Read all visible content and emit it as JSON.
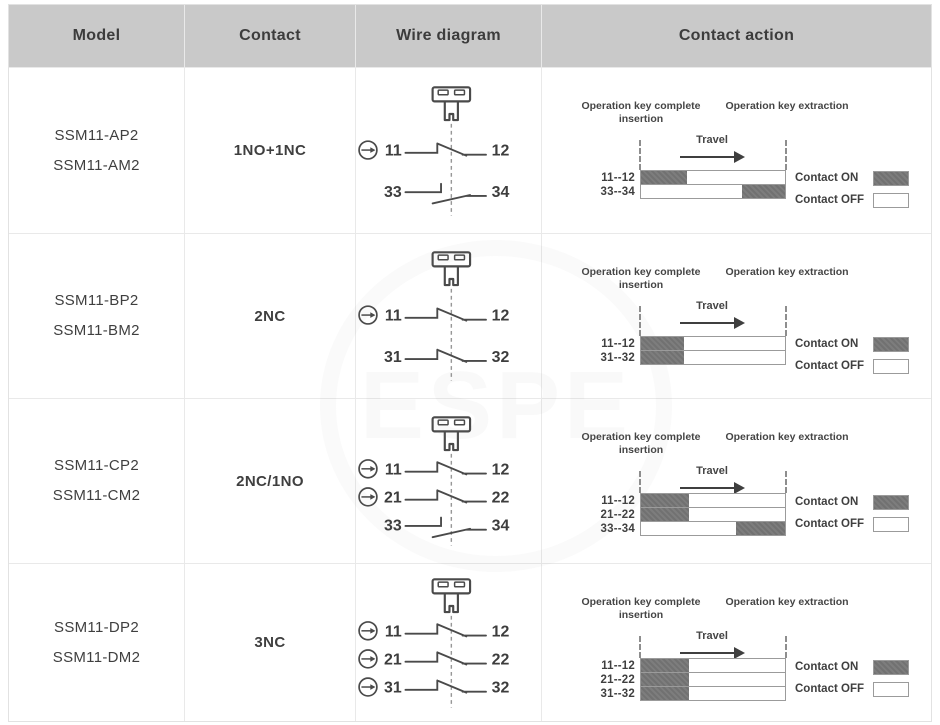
{
  "colors": {
    "header_bg": "#c9c9c9",
    "on_fill": "#777777",
    "line": "#4a4a4a",
    "grid_line": "#e9e9e9"
  },
  "watermark_text": "ESPE",
  "action_labels": {
    "insertion": "Operation key complete insertion",
    "extraction": "Operation key extraction",
    "travel": "Travel",
    "legend_on": "Contact ON",
    "legend_off": "Contact OFF"
  },
  "table": {
    "headers": {
      "model": "Model",
      "contact": "Contact",
      "wire": "Wire diagram",
      "action": "Contact action"
    },
    "rows": [
      {
        "models": [
          "SSM11-AP2",
          "SSM11-AM2"
        ],
        "contact": "1NO+1NC",
        "wire": {
          "contacts": [
            {
              "left": "11",
              "right": "12",
              "type": "NC",
              "direct_opening": true
            },
            {
              "left": "33",
              "right": "34",
              "type": "NO",
              "direct_opening": false
            }
          ]
        },
        "action": {
          "bars": [
            {
              "label": "11--12",
              "on_from": 0,
              "on_to": 32
            },
            {
              "label": "33--34",
              "on_from": 70,
              "on_to": 100
            }
          ]
        }
      },
      {
        "models": [
          "SSM11-BP2",
          "SSM11-BM2"
        ],
        "contact": "2NC",
        "wire": {
          "contacts": [
            {
              "left": "11",
              "right": "12",
              "type": "NC",
              "direct_opening": true
            },
            {
              "left": "31",
              "right": "32",
              "type": "NC",
              "direct_opening": false
            }
          ]
        },
        "action": {
          "bars": [
            {
              "label": "11--12",
              "on_from": 0,
              "on_to": 30
            },
            {
              "label": "31--32",
              "on_from": 0,
              "on_to": 30
            }
          ]
        }
      },
      {
        "models": [
          "SSM11-CP2",
          "SSM11-CM2"
        ],
        "contact": "2NC/1NO",
        "wire": {
          "contacts": [
            {
              "left": "11",
              "right": "12",
              "type": "NC",
              "direct_opening": true
            },
            {
              "left": "21",
              "right": "22",
              "type": "NC",
              "direct_opening": true
            },
            {
              "left": "33",
              "right": "34",
              "type": "NO",
              "direct_opening": false
            }
          ]
        },
        "action": {
          "bars": [
            {
              "label": "11--12",
              "on_from": 0,
              "on_to": 33
            },
            {
              "label": "21--22",
              "on_from": 0,
              "on_to": 33
            },
            {
              "label": "33--34",
              "on_from": 66,
              "on_to": 100
            }
          ]
        }
      },
      {
        "models": [
          "SSM11-DP2",
          "SSM11-DM2"
        ],
        "contact": "3NC",
        "wire": {
          "contacts": [
            {
              "left": "11",
              "right": "12",
              "type": "NC",
              "direct_opening": true
            },
            {
              "left": "21",
              "right": "22",
              "type": "NC",
              "direct_opening": true
            },
            {
              "left": "31",
              "right": "32",
              "type": "NC",
              "direct_opening": true
            }
          ]
        },
        "action": {
          "bars": [
            {
              "label": "11--12",
              "on_from": 0,
              "on_to": 33
            },
            {
              "label": "21--22",
              "on_from": 0,
              "on_to": 33
            },
            {
              "label": "31--32",
              "on_from": 0,
              "on_to": 33
            }
          ]
        }
      }
    ]
  }
}
